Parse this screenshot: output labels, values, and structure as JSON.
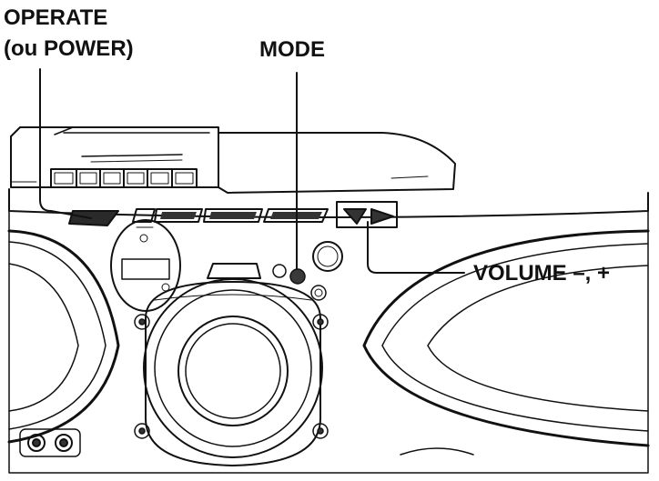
{
  "labels": {
    "operate": "OPERATE",
    "operate_alt": "(ou POWER)",
    "mode": "MODE",
    "volume": "VOLUME –, +"
  },
  "colors": {
    "ink": "#111111",
    "mode_button": "#3a3a3a",
    "background": "#ffffff"
  }
}
